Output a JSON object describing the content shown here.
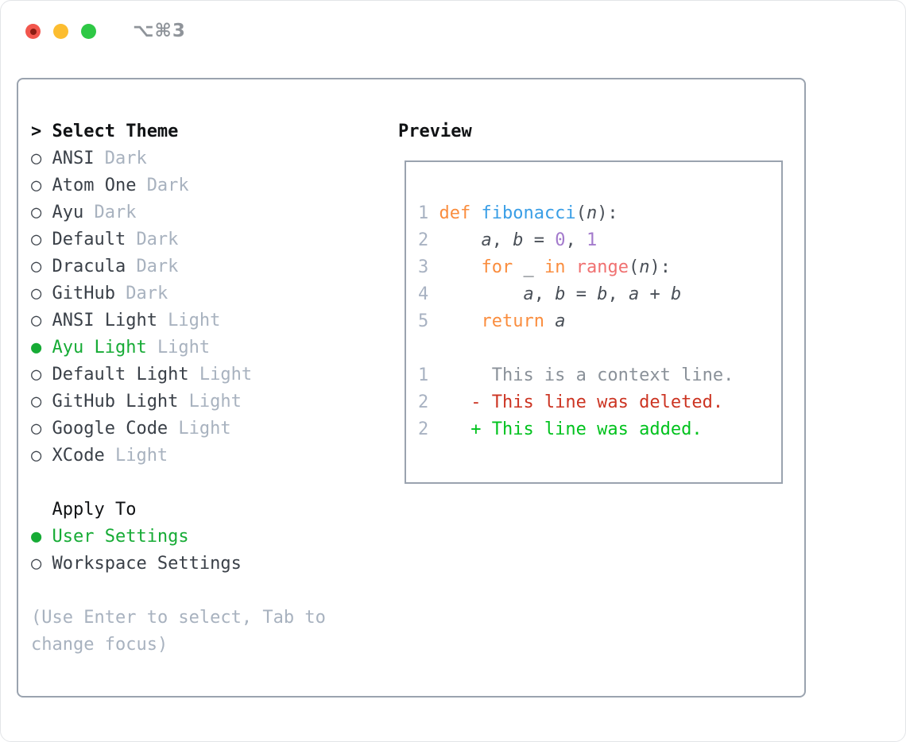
{
  "titlebar": {
    "title": "⌥⌘3",
    "controls": [
      "close-button",
      "minimize-button",
      "zoom-button"
    ]
  },
  "theme_panel": {
    "header": {
      "prefix": ">",
      "label": "Select Theme"
    },
    "themes": [
      {
        "name": "ANSI",
        "variant": "Dark",
        "selected": false
      },
      {
        "name": "Atom One",
        "variant": "Dark",
        "selected": false
      },
      {
        "name": "Ayu",
        "variant": "Dark",
        "selected": false
      },
      {
        "name": "Default",
        "variant": "Dark",
        "selected": false
      },
      {
        "name": "Dracula",
        "variant": "Dark",
        "selected": false
      },
      {
        "name": "GitHub",
        "variant": "Dark",
        "selected": false
      },
      {
        "name": "ANSI Light",
        "variant": "Light",
        "selected": false
      },
      {
        "name": "Ayu Light",
        "variant": "Light",
        "selected": true
      },
      {
        "name": "Default Light",
        "variant": "Light",
        "selected": false
      },
      {
        "name": "GitHub Light",
        "variant": "Light",
        "selected": false
      },
      {
        "name": "Google Code",
        "variant": "Light",
        "selected": false
      },
      {
        "name": "XCode",
        "variant": "Light",
        "selected": false
      }
    ],
    "apply_to": {
      "label": "Apply To",
      "options": [
        {
          "name": "User Settings",
          "selected": true
        },
        {
          "name": "Workspace Settings",
          "selected": false
        }
      ]
    },
    "hint_lines": [
      "(Use Enter to select, Tab to",
      "change focus)"
    ]
  },
  "preview": {
    "title": "Preview",
    "code_lines": [
      {
        "num": "1",
        "tokens": [
          {
            "t": "def ",
            "c": "kw"
          },
          {
            "t": "fibonacci",
            "c": "fn"
          },
          {
            "t": "(",
            "c": "pln"
          },
          {
            "t": "n",
            "c": "pln",
            "i": true
          },
          {
            "t": "):",
            "c": "pln"
          }
        ]
      },
      {
        "num": "2",
        "tokens": [
          {
            "t": "    ",
            "c": "pln"
          },
          {
            "t": "a",
            "c": "pln",
            "i": true
          },
          {
            "t": ", ",
            "c": "pln"
          },
          {
            "t": "b",
            "c": "pln",
            "i": true
          },
          {
            "t": " = ",
            "c": "pln"
          },
          {
            "t": "0",
            "c": "num"
          },
          {
            "t": ", ",
            "c": "pln"
          },
          {
            "t": "1",
            "c": "num"
          }
        ]
      },
      {
        "num": "3",
        "tokens": [
          {
            "t": "    ",
            "c": "pln"
          },
          {
            "t": "for",
            "c": "kw"
          },
          {
            "t": " _ ",
            "c": "pln"
          },
          {
            "t": "in",
            "c": "kw"
          },
          {
            "t": " ",
            "c": "pln"
          },
          {
            "t": "range",
            "c": "call"
          },
          {
            "t": "(",
            "c": "pln"
          },
          {
            "t": "n",
            "c": "pln",
            "i": true
          },
          {
            "t": "):",
            "c": "pln"
          }
        ]
      },
      {
        "num": "4",
        "tokens": [
          {
            "t": "        ",
            "c": "pln"
          },
          {
            "t": "a",
            "c": "pln",
            "i": true
          },
          {
            "t": ", ",
            "c": "pln"
          },
          {
            "t": "b",
            "c": "pln",
            "i": true
          },
          {
            "t": " = ",
            "c": "pln"
          },
          {
            "t": "b",
            "c": "pln",
            "i": true
          },
          {
            "t": ", ",
            "c": "pln"
          },
          {
            "t": "a",
            "c": "pln",
            "i": true
          },
          {
            "t": " + ",
            "c": "pln"
          },
          {
            "t": "b",
            "c": "pln",
            "i": true
          }
        ]
      },
      {
        "num": "5",
        "tokens": [
          {
            "t": "    ",
            "c": "pln"
          },
          {
            "t": "return",
            "c": "kw"
          },
          {
            "t": " ",
            "c": "pln"
          },
          {
            "t": "a",
            "c": "pln",
            "i": true
          }
        ]
      },
      {
        "num": "",
        "tokens": []
      },
      {
        "num": "1",
        "tokens": [
          {
            "t": "     This is a context line.",
            "c": "ctx"
          }
        ]
      },
      {
        "num": "2",
        "tokens": [
          {
            "t": "   - This line was deleted.",
            "c": "del"
          }
        ]
      },
      {
        "num": "2",
        "tokens": [
          {
            "t": "   + This line was added.",
            "c": "add"
          }
        ]
      }
    ]
  },
  "colors": {
    "panel_border": "#9aa3af",
    "selection_green": "#16ab35",
    "diff_added_green": "#00c21d",
    "diff_deleted_red": "#cc3422",
    "keyword_orange": "#fa8d3e",
    "function_blue": "#399ee6",
    "number_purple": "#a37acc",
    "builtin_coral": "#f07171",
    "muted_gray": "#a8b2bf",
    "traffic_red": "#f2564d",
    "traffic_yellow": "#fcbd30",
    "traffic_green": "#2ec845"
  }
}
